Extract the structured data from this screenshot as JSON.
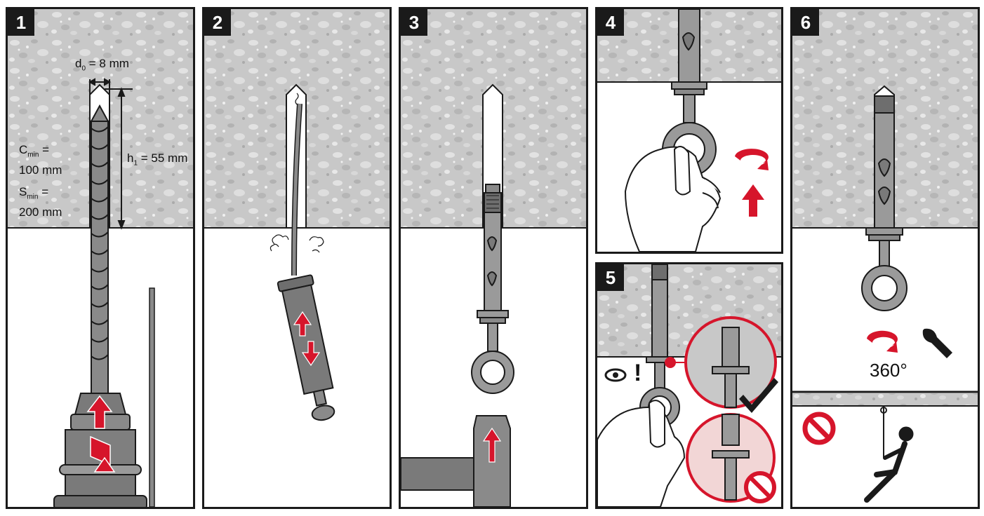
{
  "steps": [
    {
      "number": "1"
    },
    {
      "number": "2"
    },
    {
      "number": "3"
    },
    {
      "number": "4"
    },
    {
      "number": "5"
    },
    {
      "number": "6"
    }
  ],
  "step1": {
    "d0_symbol": "d",
    "d0_sub": "0",
    "d0_value": " = 8 mm",
    "h1_symbol": "h",
    "h1_sub": "1",
    "h1_value": " = 55 mm",
    "c_symbol": "C",
    "c_sub": "min",
    "c_eq": " =",
    "c_value": "100 mm",
    "s_symbol": "S",
    "s_sub": "min",
    "s_eq": " =",
    "s_value": "200 mm"
  },
  "step5": {
    "attention_mark": "!"
  },
  "step6": {
    "rotation_label": "360°"
  },
  "colors": {
    "accent_red": "#d6152b",
    "concrete": "#c9c9c9",
    "steel": "#9a9a9a",
    "outline": "#1a1a1a"
  }
}
